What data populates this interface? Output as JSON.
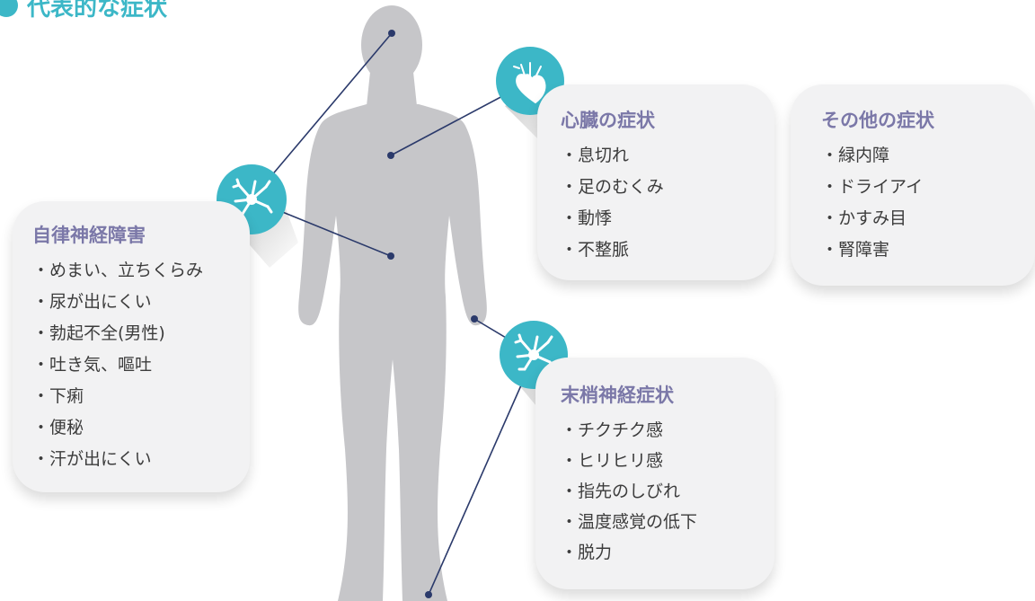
{
  "title": "代表的な症状",
  "colors": {
    "accent": "#3cb7c7",
    "heading": "#7b78a8",
    "silhouette": "#c6c6c9",
    "card": "#f2f2f3",
    "line": "#2b3a6b"
  },
  "icons": {
    "heart": "heart-icon",
    "nerve": "nerve-cell-icon"
  },
  "cards": {
    "autonomic": {
      "heading": "自律神経障害",
      "items": [
        "めまい、立ちくらみ",
        "尿が出にくい",
        "勃起不全(男性)",
        "吐き気、嘔吐",
        "下痢",
        "便秘",
        "汗が出にくい"
      ]
    },
    "heart": {
      "heading": "心臓の症状",
      "items": [
        "息切れ",
        "足のむくみ",
        "動悸",
        "不整脈"
      ]
    },
    "other": {
      "heading": "その他の症状",
      "items": [
        "緑内障",
        "ドライアイ",
        "かすみ目",
        "腎障害"
      ]
    },
    "peripheral": {
      "heading": "末梢神経症状",
      "items": [
        "チクチク感",
        "ヒリヒリ感",
        "指先のしびれ",
        "温度感覚の低下",
        "脱力"
      ]
    }
  }
}
